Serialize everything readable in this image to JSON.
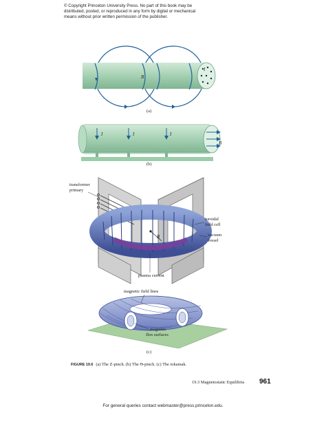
{
  "copyright": {
    "lines": [
      "© Copyright Princeton University Press. No part of this book may be",
      "distributed, posted, or reproduced in any form by digital or mechanical",
      "means without prior written permission of the publisher."
    ]
  },
  "figure": {
    "panel_a": {
      "tag": "(a)",
      "field_label": "B",
      "current_label": "I"
    },
    "panel_b": {
      "tag": "(b)",
      "current_label": "I",
      "field_label": "B"
    },
    "panel_c_top": {
      "transformer_label": [
        "transformer",
        "primary"
      ],
      "toroidal_label": [
        "toroidal",
        "field cell"
      ],
      "vacuum_label": [
        "vacuum",
        "vessel"
      ],
      "radius_label": "R",
      "plasma_label": "plasma current"
    },
    "panel_c_bottom": {
      "field_lines_label": "magnetic field lines",
      "flux_label": [
        "magnetic",
        "flux surfaces"
      ],
      "tag": "(c)"
    },
    "colors": {
      "cylinder_green": "#a9d3b6",
      "field_line_blue": "#1f5f99",
      "torus_blue": "#5a6fb8",
      "plasma_purple": "#7a3f9a",
      "core_gray": "#c8c8c8"
    }
  },
  "caption": {
    "number": "FIGURE 19.6",
    "text": "(a) The Z-pinch. (b) The Θ-pinch. (c) The tokamak."
  },
  "running_head": "19.3  Magnetostatic Equilibria",
  "page_number": "961",
  "footer": "For general queries contact webmaster@press.princeton.edu."
}
